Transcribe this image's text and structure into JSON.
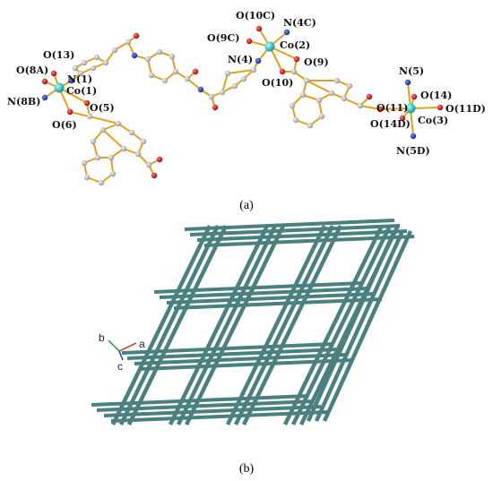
{
  "panel_a": {
    "caption": "(a)",
    "labels": {
      "O13": "O(13)",
      "O8A": "O(8A)",
      "N1": "N(1)",
      "Co1": "Co(1)",
      "N8B": "N(8B)",
      "O5": "O(5)",
      "O6": "O(6)",
      "O10C": "O(10C)",
      "N4C": "N(4C)",
      "O9C": "O(9C)",
      "Co2": "Co(2)",
      "N4": "N(4)",
      "O9": "O(9)",
      "O10": "O(10)",
      "N5": "N(5)",
      "O14": "O(14)",
      "O11": "O(11)",
      "O11D": "O(11D)",
      "O14D": "O(14D)",
      "Co3": "Co(3)",
      "N5D": "N(5D)"
    }
  },
  "panel_b": {
    "caption": "(b)",
    "axes": {
      "a": "a",
      "b": "b",
      "c": "c"
    }
  },
  "colors": {
    "bond": "#e0a21e",
    "carbon": "#b9b9b9",
    "oxygen": "#d41414",
    "nitrogen": "#1f3fb0",
    "cobalt": "#2ec4c4",
    "rod": "#4a8080",
    "axis_a": "#e02020",
    "axis_b": "#20a020",
    "axis_c": "#2040d0"
  }
}
